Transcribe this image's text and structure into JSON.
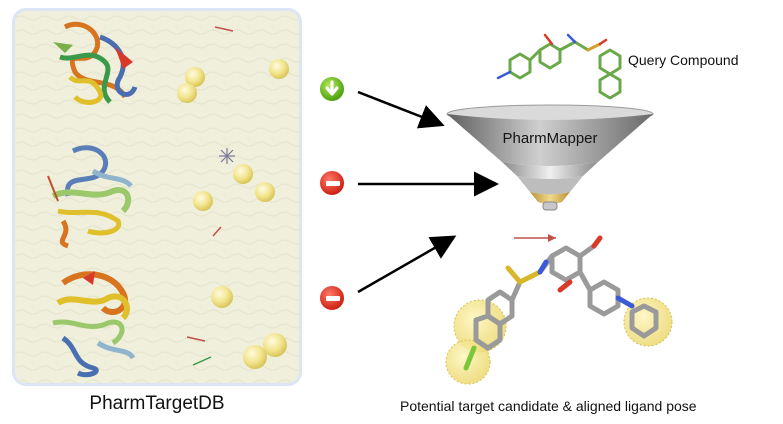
{
  "database": {
    "caption": "PharmTargetDB"
  },
  "funnel": {
    "label": "PharmMapper"
  },
  "query": {
    "caption": "Query Compound"
  },
  "result": {
    "caption": "Potential target candidate & aligned ligand pose"
  },
  "status_icons": [
    {
      "name": "download-icon",
      "color": "#57a817"
    },
    {
      "name": "minus-icon",
      "color": "#d22a1a"
    },
    {
      "name": "minus-icon",
      "color": "#d22a1a"
    }
  ],
  "colors": {
    "panel_background": "#efefdc",
    "panel_border": "#dde4f3",
    "pharmacophore_sphere": "#f2e48c",
    "funnel_gray": "#8c8c8c",
    "funnel_gold": "#e2bf6a",
    "arrow": "#000000"
  }
}
